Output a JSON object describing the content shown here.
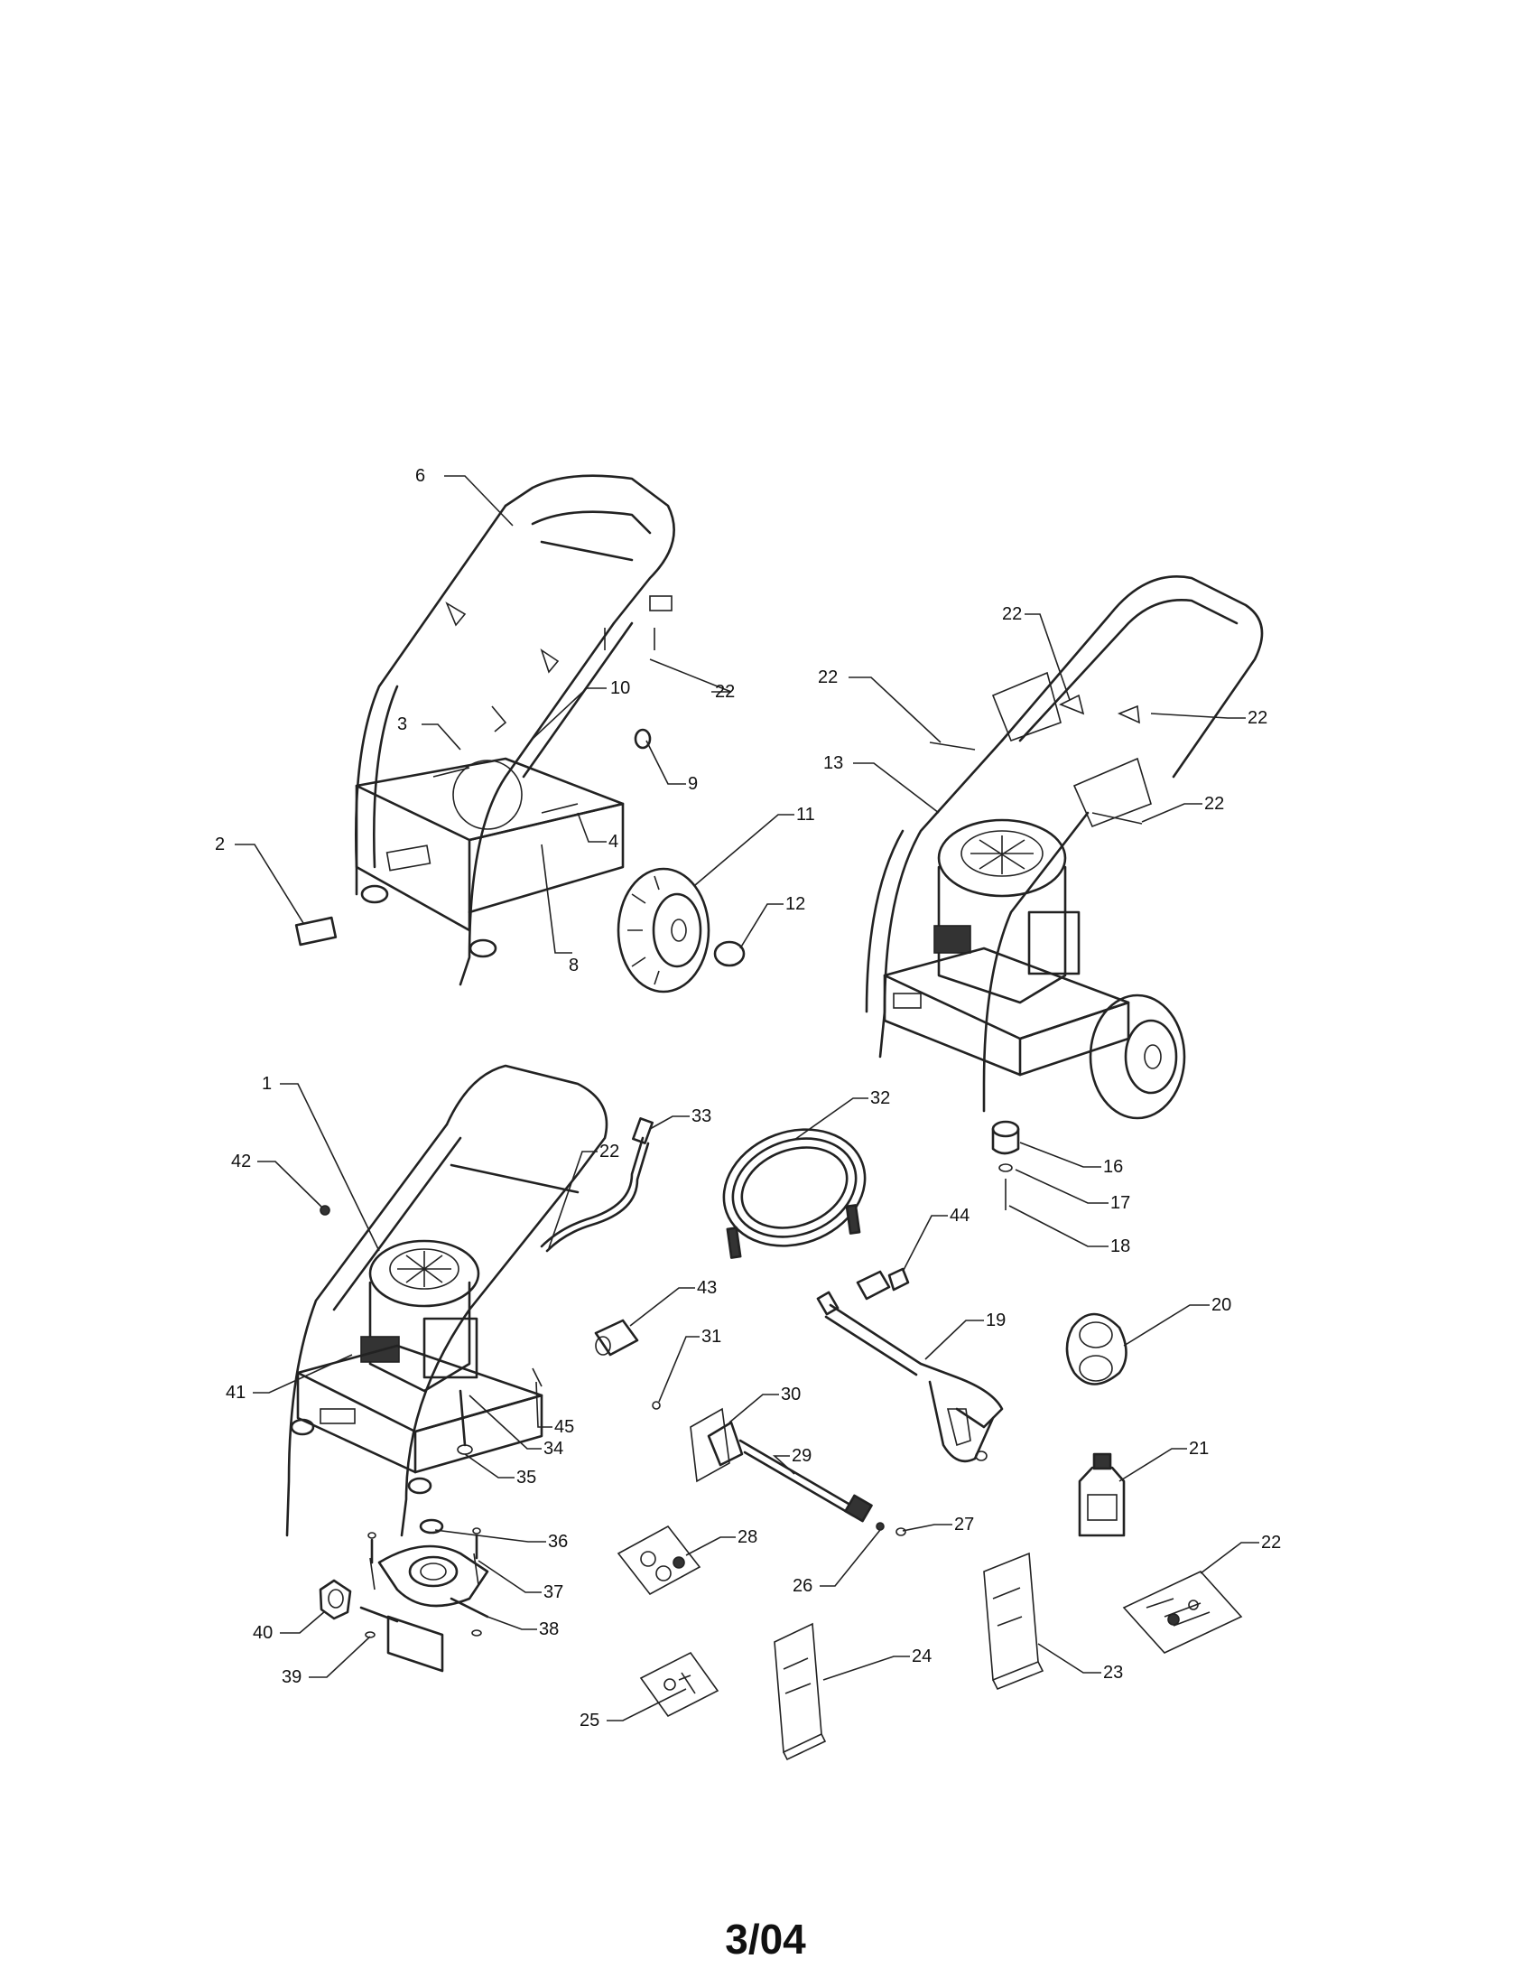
{
  "footer": {
    "date_code": "3/04"
  },
  "callouts": [
    {
      "n": "1"
    },
    {
      "n": "2"
    },
    {
      "n": "3"
    },
    {
      "n": "4"
    },
    {
      "n": "6"
    },
    {
      "n": "8"
    },
    {
      "n": "9"
    },
    {
      "n": "10"
    },
    {
      "n": "11"
    },
    {
      "n": "12"
    },
    {
      "n": "13"
    },
    {
      "n": "16"
    },
    {
      "n": "17"
    },
    {
      "n": "18"
    },
    {
      "n": "19"
    },
    {
      "n": "20"
    },
    {
      "n": "21"
    },
    {
      "n": "22"
    },
    {
      "n": "22"
    },
    {
      "n": "22"
    },
    {
      "n": "22"
    },
    {
      "n": "22"
    },
    {
      "n": "22"
    },
    {
      "n": "22"
    },
    {
      "n": "23"
    },
    {
      "n": "24"
    },
    {
      "n": "25"
    },
    {
      "n": "26"
    },
    {
      "n": "27"
    },
    {
      "n": "28"
    },
    {
      "n": "29"
    },
    {
      "n": "30"
    },
    {
      "n": "31"
    },
    {
      "n": "32"
    },
    {
      "n": "33"
    },
    {
      "n": "34"
    },
    {
      "n": "35"
    },
    {
      "n": "36"
    },
    {
      "n": "37"
    },
    {
      "n": "38"
    },
    {
      "n": "39"
    },
    {
      "n": "40"
    },
    {
      "n": "41"
    },
    {
      "n": "42"
    },
    {
      "n": "43"
    },
    {
      "n": "44"
    },
    {
      "n": "45"
    }
  ]
}
